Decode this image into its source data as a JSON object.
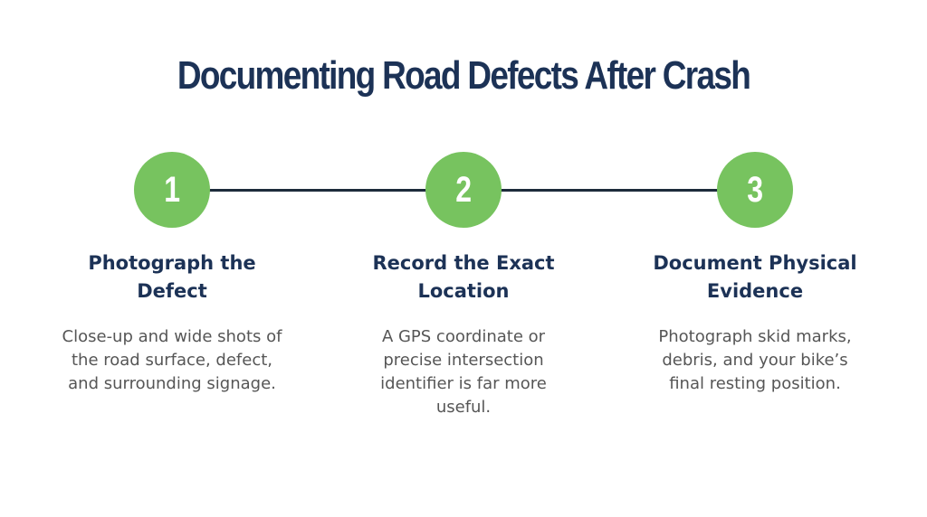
{
  "title": "Documenting Road Defects After Crash",
  "colors": {
    "title": "#1c3256",
    "badge": "#77c35f",
    "connector": "#1d2b3b",
    "body_text": "#565656"
  },
  "steps": [
    {
      "number": "1",
      "title": "Photograph the\nDefect",
      "description": "Close-up and wide shots of\nthe road surface, defect,\nand surrounding signage."
    },
    {
      "number": "2",
      "title": "Record the Exact\nLocation",
      "description": "A GPS coordinate or\nprecise intersection\nidentifier is far more\nuseful."
    },
    {
      "number": "3",
      "title": "Document Physical\nEvidence",
      "description": "Photograph skid marks,\ndebris, and your bike’s\nfinal resting position."
    }
  ]
}
